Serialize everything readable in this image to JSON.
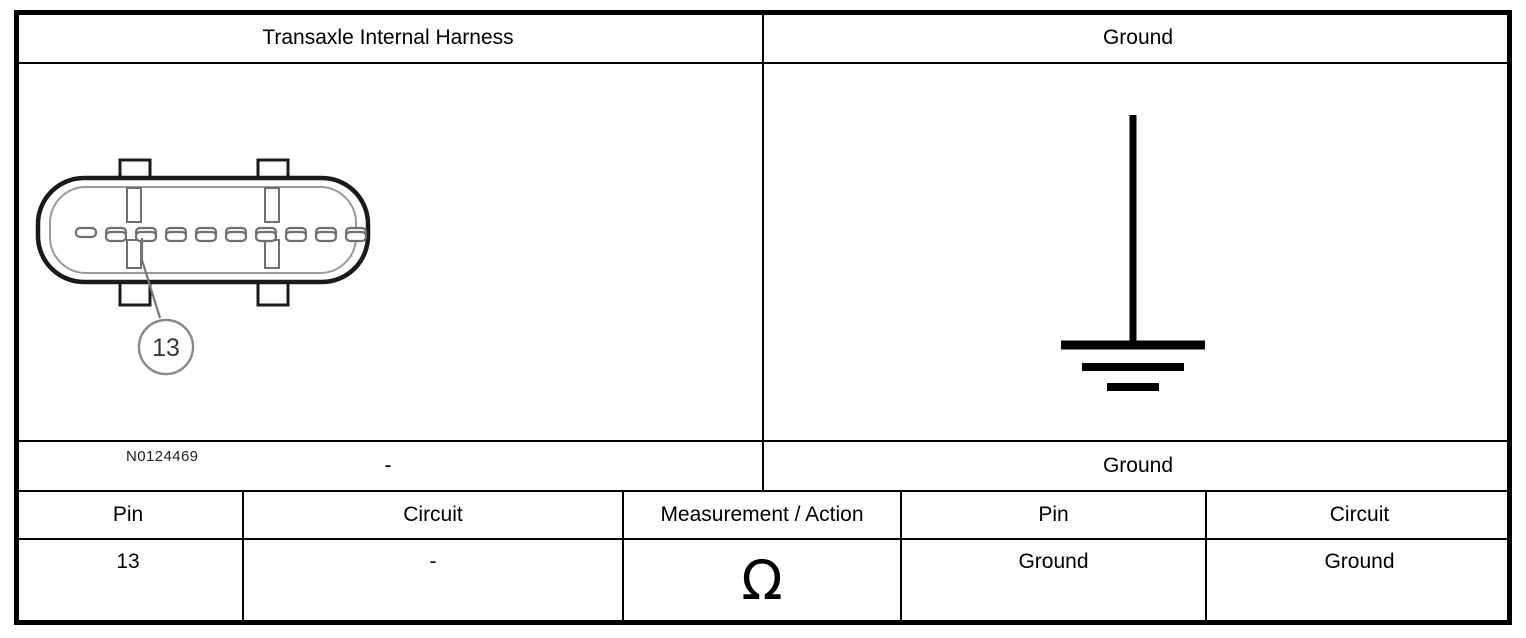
{
  "diagram": {
    "type": "wiring-continuity-test",
    "left_header": "Transaxle Internal Harness",
    "right_header": "Ground",
    "left_subheader": "-",
    "right_subheader": "Ground",
    "connector": {
      "part_number": "N0124469",
      "callout_label": "13",
      "top_row_pins": 10,
      "bottom_row_pins": 9,
      "tabs": 4
    },
    "ground_symbol": {
      "name": "chassis-ground",
      "bars": 3
    }
  },
  "table": {
    "headers": [
      "Pin",
      "Circuit",
      "Measurement / Action",
      "Pin",
      "Circuit"
    ],
    "rows": [
      [
        "13",
        "-",
        "Ω",
        "Ground",
        "Ground"
      ]
    ]
  },
  "colors": {
    "line": "#000000",
    "background": "#ffffff",
    "connector_outline": "#1a1a1a",
    "connector_inner": "#8c8c8c"
  }
}
